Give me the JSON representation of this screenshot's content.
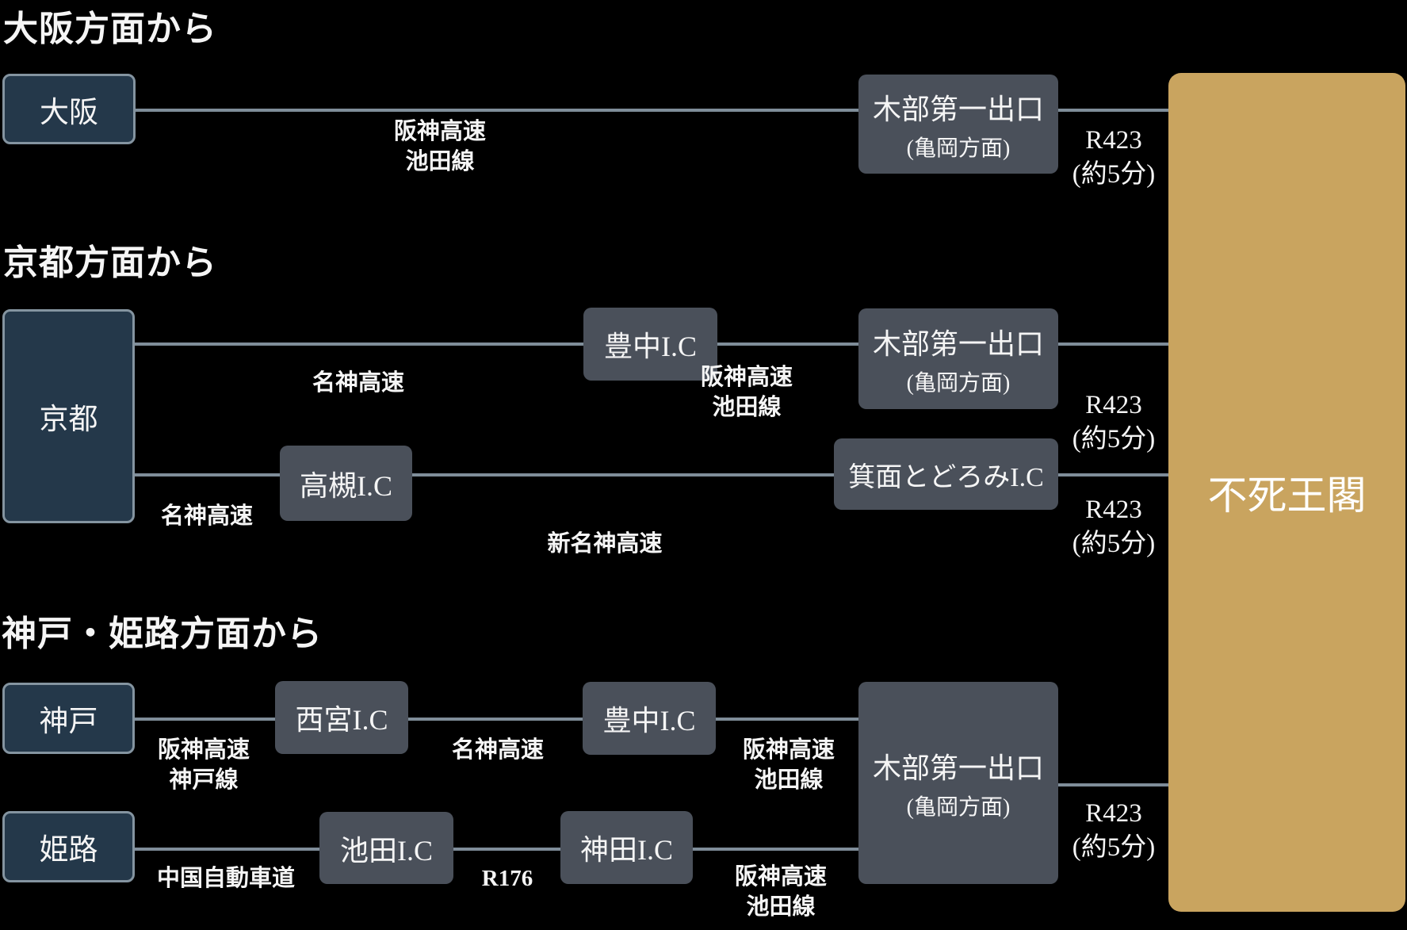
{
  "colors": {
    "background": "#000000",
    "city_box": "#24384a",
    "city_border": "#8494a0",
    "node_box": "#4a505a",
    "line": "#7f8d99",
    "destination_box": "#c9a45f",
    "text": "#f5f5f5"
  },
  "sections": {
    "osaka": {
      "heading": "大阪方面から"
    },
    "kyoto": {
      "heading": "京都方面から"
    },
    "kobe_himeji": {
      "heading": "神戸・姫路方面から"
    }
  },
  "nodes": {
    "osaka": {
      "label": "大阪"
    },
    "kibe_exit_osaka": {
      "label": "木部第一出口",
      "sublabel": "(亀岡方面)"
    },
    "kyoto": {
      "label": "京都"
    },
    "toyonaka_ic_kyoto": {
      "label": "豊中I.C"
    },
    "kibe_exit_kyoto": {
      "label": "木部第一出口",
      "sublabel": "(亀岡方面)"
    },
    "takatsuki_ic": {
      "label": "高槻I.C"
    },
    "minoo_todoromi_ic": {
      "label": "箕面とどろみI.C"
    },
    "kobe": {
      "label": "神戸"
    },
    "nishinomiya_ic": {
      "label": "西宮I.C"
    },
    "toyonaka_ic_kobe": {
      "label": "豊中I.C"
    },
    "himeji": {
      "label": "姫路"
    },
    "ikeda_ic": {
      "label": "池田I.C"
    },
    "kanda_ic": {
      "label": "神田I.C"
    },
    "kibe_exit_kobe": {
      "label": "木部第一出口",
      "sublabel": "(亀岡方面)"
    },
    "destination": {
      "label": "不死王閣"
    }
  },
  "route_labels": {
    "hanshin_ikeda_osaka": {
      "lines": [
        "阪神高速",
        "池田線"
      ]
    },
    "meishin_kyoto_top": {
      "lines": [
        "名神高速"
      ]
    },
    "hanshin_ikeda_kyoto": {
      "lines": [
        "阪神高速",
        "池田線"
      ]
    },
    "meishin_kyoto_bottom": {
      "lines": [
        "名神高速"
      ]
    },
    "shin_meishin": {
      "lines": [
        "新名神高速"
      ]
    },
    "hanshin_kobe": {
      "lines": [
        "阪神高速",
        "神戸線"
      ]
    },
    "meishin_kobe": {
      "lines": [
        "名神高速"
      ]
    },
    "hanshin_ikeda_kobe": {
      "lines": [
        "阪神高速",
        "池田線"
      ]
    },
    "chugoku_expressway": {
      "lines": [
        "中国自動車道"
      ]
    },
    "r176": {
      "lines": [
        "R176"
      ]
    },
    "hanshin_ikeda_himeji": {
      "lines": [
        "阪神高速",
        "池田線"
      ]
    },
    "r423_osaka": {
      "lines": [
        "R423",
        "(約5分)"
      ]
    },
    "r423_kyoto_top": {
      "lines": [
        "R423",
        "(約5分)"
      ]
    },
    "r423_kyoto_bottom": {
      "lines": [
        "R423",
        "(約5分)"
      ]
    },
    "r423_kobe": {
      "lines": [
        "R423",
        "(約5分)"
      ]
    }
  }
}
